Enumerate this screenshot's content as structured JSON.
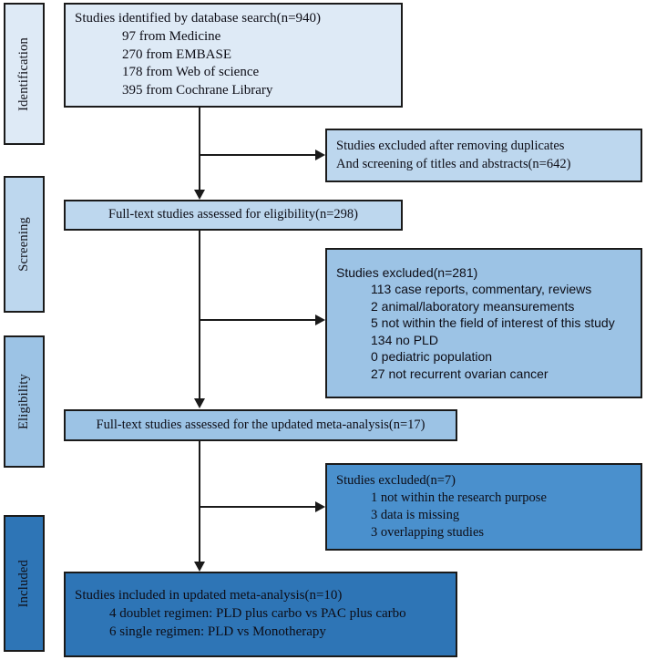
{
  "diagram": {
    "title": "PRISMA study selection flow diagram",
    "type": "flowchart"
  },
  "colors": {
    "shade_1": "#deeaf6",
    "shade_2": "#bdd7ee",
    "shade_3": "#9cc3e5",
    "shade_4": "#2e75b6",
    "border": "#1a1a1a",
    "text": "#0d0d16",
    "background": "#ffffff"
  },
  "stages": [
    {
      "label": "Identification",
      "color": "#deeaf6"
    },
    {
      "label": "Screening",
      "color": "#bdd7ee"
    },
    {
      "label": "Eligibility",
      "color": "#9cc3e5"
    },
    {
      "label": "Included",
      "color": "#2e75b6"
    }
  ],
  "boxes": {
    "identified": {
      "name": "Studies identified by database search",
      "color": "#deeaf6",
      "heading": "Studies identified by database search(n=940)",
      "items": [
        "97 from Medicine",
        "270 from EMBASE",
        "178 from Web of science",
        "395 from Cochrane Library"
      ]
    },
    "excluded_duplicates": {
      "name": "Studies excluded after removing duplicates",
      "color": "#bdd7ee",
      "lines": [
        "Studies excluded after removing duplicates",
        "And screening of titles and abstracts(n=642)"
      ]
    },
    "eligibility_assessed": {
      "name": "Full-text studies assessed for eligibility",
      "color": "#bdd7ee",
      "heading": "Full-text studies assessed for eligibility(n=298)"
    },
    "excluded_281": {
      "name": "Studies excluded n=281",
      "color": "#9cc3e5",
      "heading": "Studies excluded(n=281)",
      "items": [
        "113 case reports, commentary, reviews",
        "2 animal/laboratory meansurements",
        "5 not within the field of interest of this study",
        "134 no PLD",
        "0 pediatric population",
        "27 not recurrent ovarian cancer"
      ]
    },
    "updated_assessed": {
      "name": "Full-text studies assessed for the updated meta-analysis",
      "color": "#9cc3e5",
      "heading": "Full-text studies assessed for the updated meta-analysis(n=17)"
    },
    "excluded_7": {
      "name": "Studies excluded n=7",
      "color": "#4a90cd",
      "heading": "Studies excluded(n=7)",
      "items": [
        "1 not within the research purpose",
        "3 data is missing",
        "3 overlapping studies"
      ]
    },
    "included": {
      "name": "Studies included in updated meta-analysis",
      "color": "#2e75b6",
      "heading": "Studies included in updated meta-analysis(n=10)",
      "items": [
        "4 doublet regimen: PLD plus carbo vs PAC plus carbo",
        "6 single regimen: PLD vs Monotherapy"
      ]
    }
  },
  "chart_data": {
    "type": "flowchart",
    "title": "PRISMA flow diagram of study selection",
    "nodes": [
      {
        "id": "identified",
        "stage": "Identification",
        "n": 940
      },
      {
        "id": "excluded_duplicates",
        "stage": "Identification",
        "n": 642
      },
      {
        "id": "eligibility_assessed",
        "stage": "Screening",
        "n": 298
      },
      {
        "id": "excluded_281",
        "stage": "Screening",
        "n": 281
      },
      {
        "id": "updated_assessed",
        "stage": "Eligibility",
        "n": 17
      },
      {
        "id": "excluded_7",
        "stage": "Eligibility",
        "n": 7
      },
      {
        "id": "included",
        "stage": "Included",
        "n": 10
      }
    ],
    "sources": [
      {
        "name": "Medicine",
        "count": 97
      },
      {
        "name": "EMBASE",
        "count": 270
      },
      {
        "name": "Web of science",
        "count": 178
      },
      {
        "name": "Cochrane Library",
        "count": 395
      }
    ],
    "exclusions_281": [
      {
        "reason": "case reports, commentary, reviews",
        "count": 113
      },
      {
        "reason": "animal/laboratory meansurements",
        "count": 2
      },
      {
        "reason": "not within the field of interest of this study",
        "count": 5
      },
      {
        "reason": "no PLD",
        "count": 134
      },
      {
        "reason": "pediatric population",
        "count": 0
      },
      {
        "reason": "not recurrent ovarian cancer",
        "count": 27
      }
    ],
    "exclusions_7": [
      {
        "reason": "not within the research purpose",
        "count": 1
      },
      {
        "reason": "data is missing",
        "count": 3
      },
      {
        "reason": "overlapping studies",
        "count": 3
      }
    ],
    "included_breakdown": [
      {
        "arm": "doublet regimen: PLD plus carbo vs PAC plus carbo",
        "count": 4
      },
      {
        "arm": "single regimen: PLD vs Monotherapy",
        "count": 6
      }
    ]
  }
}
